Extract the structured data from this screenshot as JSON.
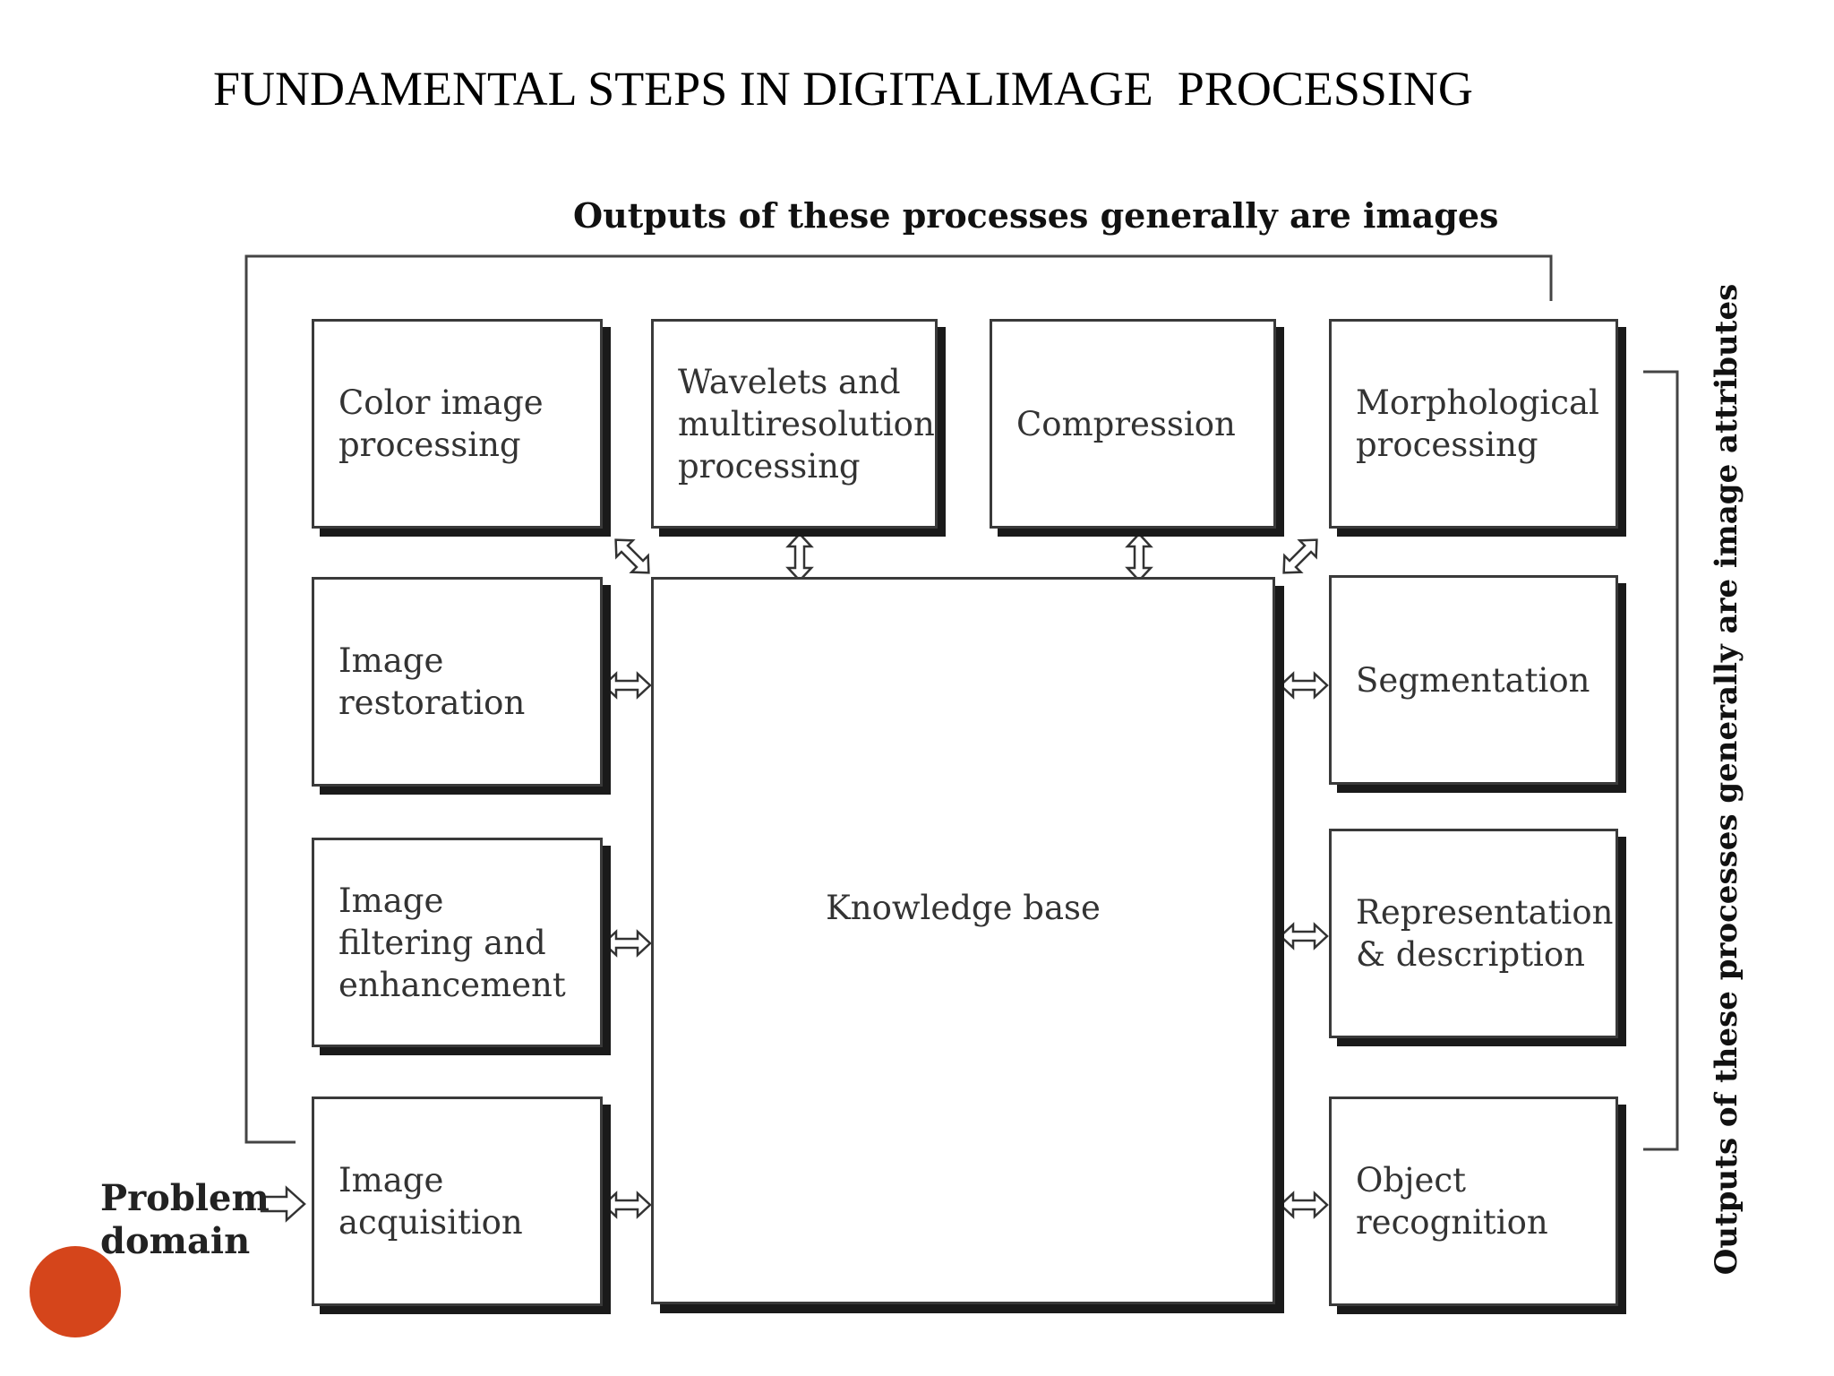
{
  "slide_title": "FUNDAMENTAL STEPS IN DIGITALIMAGE  PROCESSING",
  "top_caption": "Outputs of these processes generally are images",
  "side_caption": "Outputs of these processes generally are image attributes",
  "knowledge_base": "Knowledge base",
  "problem_domain": "Problem\ndomain",
  "boxes": {
    "color": "Color image\nprocessing",
    "wavelets": "Wavelets and\nmultiresolution\nprocessing",
    "compression": "Compression",
    "morphological": "Morphological\nprocessing",
    "restoration": "Image\nrestoration",
    "segmentation": "Segmentation",
    "filtering": "Image\nfiltering and\nenhancement",
    "representation": "Representation\n& description",
    "acquisition": "Image\nacquisition",
    "recognition": "Object\nrecognition"
  },
  "colors": {
    "accent_dot": "#d5451b",
    "box_border": "#3a3a3a",
    "shadow": "#1a1a1a"
  }
}
